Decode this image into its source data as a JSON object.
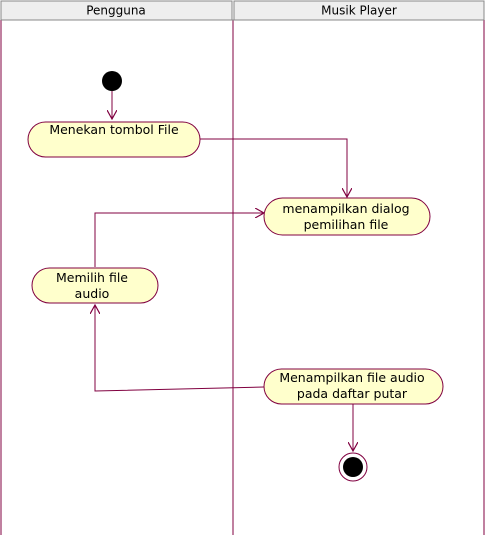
{
  "colors": {
    "activity_fill": "#ffffcc",
    "activity_stroke": "#800040",
    "flow_line": "#800040",
    "header_fill": "#eeeeee",
    "lane_border": "#888888"
  },
  "swimlanes": [
    {
      "title": "Pengguna"
    },
    {
      "title": "Musik Player"
    }
  ],
  "nodes": {
    "start": {
      "type": "initial-node"
    },
    "end": {
      "type": "final-node"
    }
  },
  "activities": [
    {
      "id": "tekan-file",
      "lane": "Pengguna",
      "lines": [
        "Menekan tombol  File"
      ]
    },
    {
      "id": "tampil-dialog",
      "lane": "Musik Player",
      "lines": [
        "menampilkan dialog",
        "pemilihan file"
      ]
    },
    {
      "id": "pilih-file",
      "lane": "Pengguna",
      "lines": [
        "Memilih file",
        "audio"
      ]
    },
    {
      "id": "tampil-daftar",
      "lane": "Musik Player",
      "lines": [
        "Menampilkan file audio",
        "pada daftar putar"
      ]
    }
  ],
  "flows": [
    {
      "from": "start",
      "to": "tekan-file"
    },
    {
      "from": "tekan-file",
      "to": "tampil-dialog"
    },
    {
      "from": "pilih-file",
      "to": "tampil-dialog"
    },
    {
      "from": "tampil-daftar",
      "to": "pilih-file"
    },
    {
      "from": "tampil-daftar",
      "to": "end"
    }
  ]
}
